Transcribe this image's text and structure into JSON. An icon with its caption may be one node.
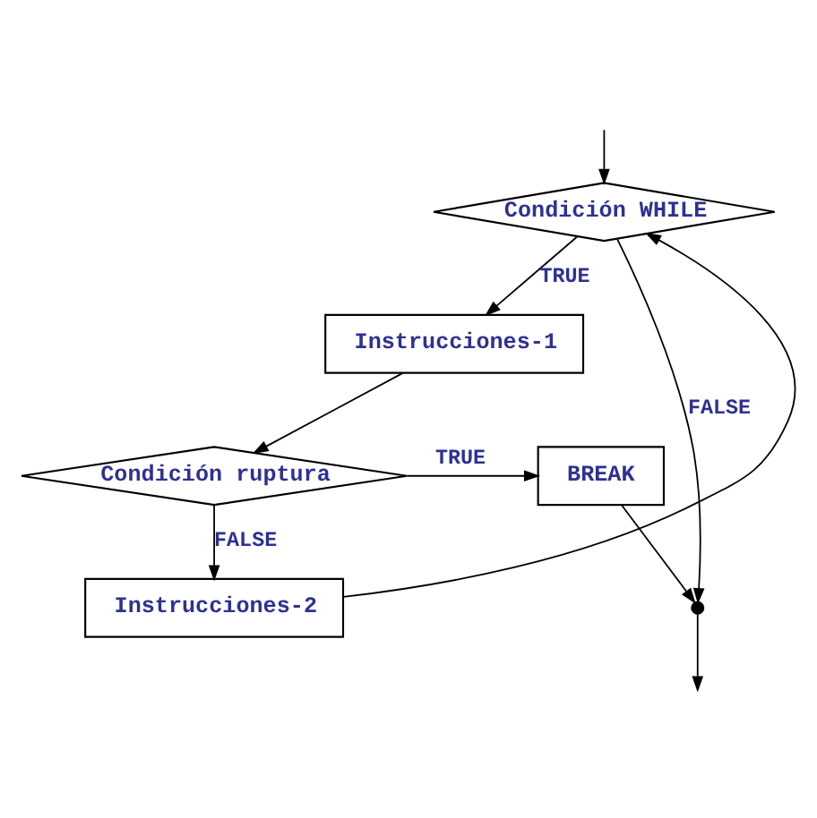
{
  "diagram": {
    "nodes": [
      {
        "text": [
          "Condición WHILE"
        ]
      },
      {
        "text": [
          "Instrucciones-1"
        ]
      },
      {
        "text": [
          "Condición ruptura"
        ]
      },
      {
        "text": [
          "BREAK"
        ]
      },
      {
        "text": [
          "Instrucciones-2"
        ]
      },
      {
        "text": [],
        "shape": "circle"
      }
    ],
    "edges": [
      {
        "from": null,
        "to": 0,
        "arrow": "to"
      },
      {
        "from": 0,
        "to": 5,
        "label": "FALSE",
        "arrow": "to"
      },
      {
        "from": 0,
        "to": 1,
        "label": "TRUE",
        "arrow": "to"
      },
      {
        "from": 1,
        "to": 2,
        "arrow": "to"
      },
      {
        "from": 2,
        "to": 3,
        "label": "TRUE",
        "arrow": "to"
      },
      {
        "from": 2,
        "to": 4,
        "label": "FALSE",
        "arrow": "to"
      },
      {
        "from": 4,
        "to": 0,
        "arrow": "to"
      },
      {
        "from": 3,
        "to": 5,
        "arrow": "to"
      },
      {
        "from": 5,
        "to": null,
        "arrow": "to"
      }
    ]
  }
}
